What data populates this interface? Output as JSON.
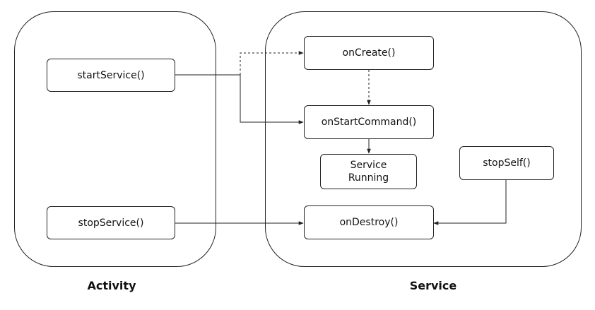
{
  "groups": {
    "activity": {
      "label": "Activity"
    },
    "service": {
      "label": "Service"
    }
  },
  "nodes": {
    "start_service": "startService()",
    "stop_service": "stopService()",
    "on_create": "onCreate()",
    "on_start_command": "onStartCommand()",
    "service_running": "Service\nRunning",
    "stop_self": "stopSelf()",
    "on_destroy": "onDestroy()"
  }
}
